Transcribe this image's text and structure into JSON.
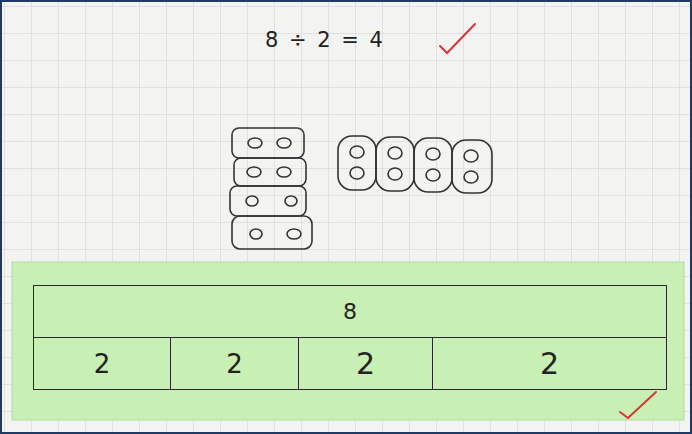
{
  "diagram": {
    "nodes": [
      {
        "text": [
          "8"
        ]
      },
      {
        "text": [
          "2"
        ]
      },
      {
        "text": [
          "2"
        ]
      },
      {
        "text": [
          "2"
        ]
      },
      {
        "text": [
          "2"
        ]
      }
    ],
    "labels": [
      "8 ÷ 2 = 4"
    ]
  }
}
